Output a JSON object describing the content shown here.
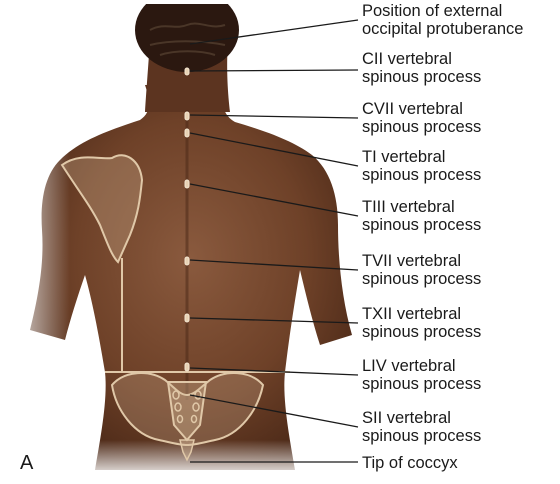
{
  "figure": {
    "panel_letter": "A",
    "labels": [
      {
        "line1": "Position of external",
        "line2": "occipital protuberance"
      },
      {
        "line1": "CII vertebral",
        "line2": "spinous process"
      },
      {
        "line1": "CVII vertebral",
        "line2": "spinous process"
      },
      {
        "line1": "TI vertebral",
        "line2": "spinous process"
      },
      {
        "line1": "TIII vertebral",
        "line2": "spinous process"
      },
      {
        "line1": "TVII vertebral",
        "line2": "spinous process"
      },
      {
        "line1": "TXII vertebral",
        "line2": "spinous process"
      },
      {
        "line1": "LIV vertebral",
        "line2": "spinous process"
      },
      {
        "line1": "SII vertebral",
        "line2": "spinous process"
      },
      {
        "line1": "Tip of coccyx"
      }
    ]
  }
}
